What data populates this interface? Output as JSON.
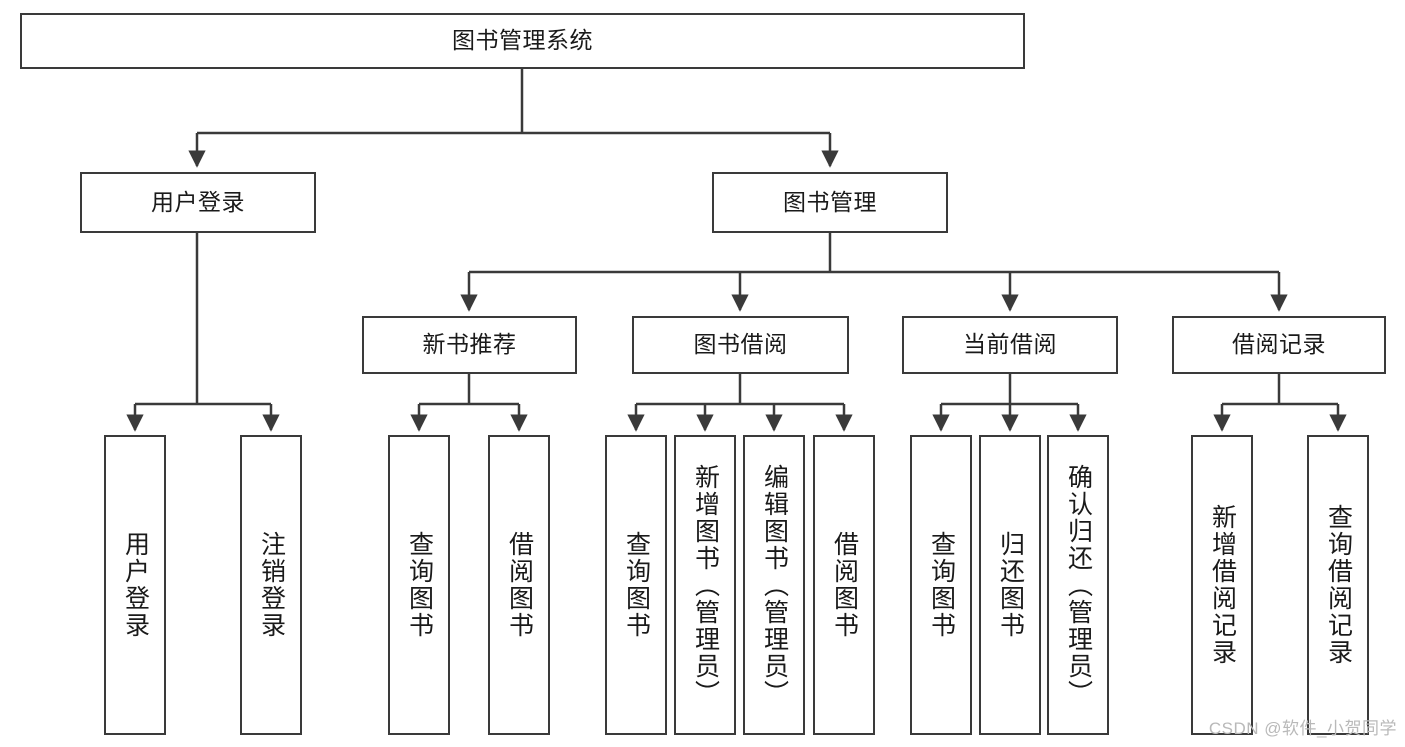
{
  "diagram": {
    "type": "tree-hierarchy",
    "title": "图书管理系统",
    "watermark": "CSDN @软件_小贺同学",
    "colors": {
      "node_border": "#3a3a3a",
      "node_fill": "#ffffff",
      "edge": "#3a3a3a",
      "text": "#1a1a1a",
      "watermark": "#b9b9b9",
      "background": "#ffffff"
    },
    "levels": {
      "root": {
        "label": "图书管理系统"
      },
      "level2": [
        {
          "id": "user-login",
          "label": "用户登录"
        },
        {
          "id": "book-management",
          "label": "图书管理"
        }
      ],
      "level3": [
        {
          "id": "new-book-recommend",
          "label": "新书推荐"
        },
        {
          "id": "book-borrow",
          "label": "图书借阅"
        },
        {
          "id": "current-borrow",
          "label": "当前借阅"
        },
        {
          "id": "borrow-record",
          "label": "借阅记录"
        }
      ],
      "leaves": [
        {
          "id": "leaf-user-login",
          "label": "用户登录",
          "parent": "user-login"
        },
        {
          "id": "leaf-logout",
          "label": "注销登录",
          "parent": "user-login"
        },
        {
          "id": "leaf-query-book-1",
          "label": "查询图书",
          "parent": "new-book-recommend"
        },
        {
          "id": "leaf-borrow-book-1",
          "label": "借阅图书",
          "parent": "new-book-recommend"
        },
        {
          "id": "leaf-query-book-2",
          "label": "查询图书",
          "parent": "book-borrow"
        },
        {
          "id": "leaf-add-book",
          "label": "新增图书（管理员）",
          "parent": "book-borrow"
        },
        {
          "id": "leaf-edit-book",
          "label": "编辑图书（管理员）",
          "parent": "book-borrow"
        },
        {
          "id": "leaf-borrow-book-2",
          "label": "借阅图书",
          "parent": "book-borrow"
        },
        {
          "id": "leaf-query-book-3",
          "label": "查询图书",
          "parent": "current-borrow"
        },
        {
          "id": "leaf-return-book",
          "label": "归还图书",
          "parent": "current-borrow"
        },
        {
          "id": "leaf-confirm-return",
          "label": "确认归还（管理员）",
          "parent": "current-borrow"
        },
        {
          "id": "leaf-add-record",
          "label": "新增借阅记录",
          "parent": "borrow-record"
        },
        {
          "id": "leaf-query-record",
          "label": "查询借阅记录",
          "parent": "borrow-record"
        }
      ]
    }
  }
}
